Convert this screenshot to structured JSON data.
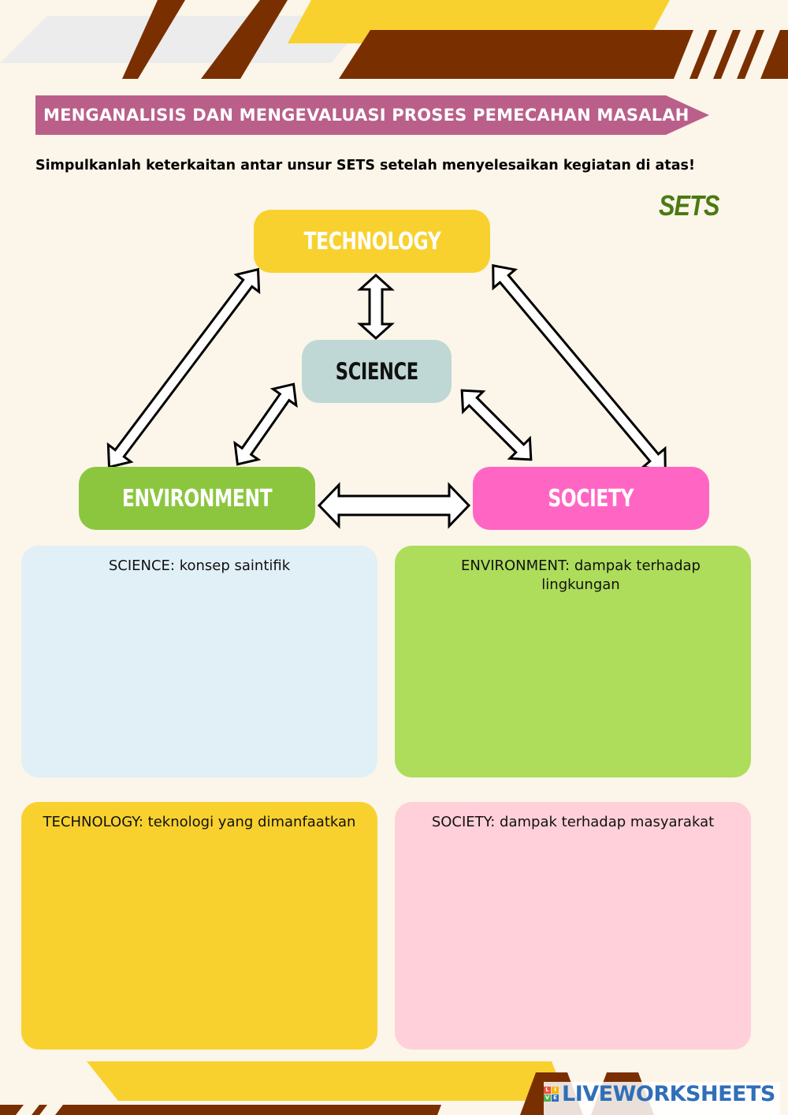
{
  "banner": {
    "title": "MENGANALISIS DAN MENGEVALUASI PROSES PEMECAHAN MASALAH",
    "color": "#b95f8a"
  },
  "instruction": "Simpulkanlah keterkaitan antar unsur SETS setelah menyelesaikan kegiatan di atas!",
  "sets_label": "SETS",
  "diagram": {
    "technology": "TECHNOLOGY",
    "science": "SCIENCE",
    "environment": "ENVIRONMENT",
    "society": "SOCIETY"
  },
  "boxes": {
    "science": "SCIENCE: konsep saintifik",
    "environment": "ENVIRONMENT: dampak terhadap lingkungan",
    "technology": "TECHNOLOGY: teknologi yang dimanfaatkan",
    "society": "SOCIETY: dampak terhadap masyarakat"
  },
  "footer": {
    "logo_text": "LIVEWORKSHEETS",
    "logo_icon_letters": [
      "L",
      "I",
      "V",
      "E"
    ]
  },
  "colors": {
    "background": "#fcf5e9",
    "brown": "#7a2f00",
    "yellow": "#f8d12f",
    "logo_blue": "#2f6fb8"
  }
}
